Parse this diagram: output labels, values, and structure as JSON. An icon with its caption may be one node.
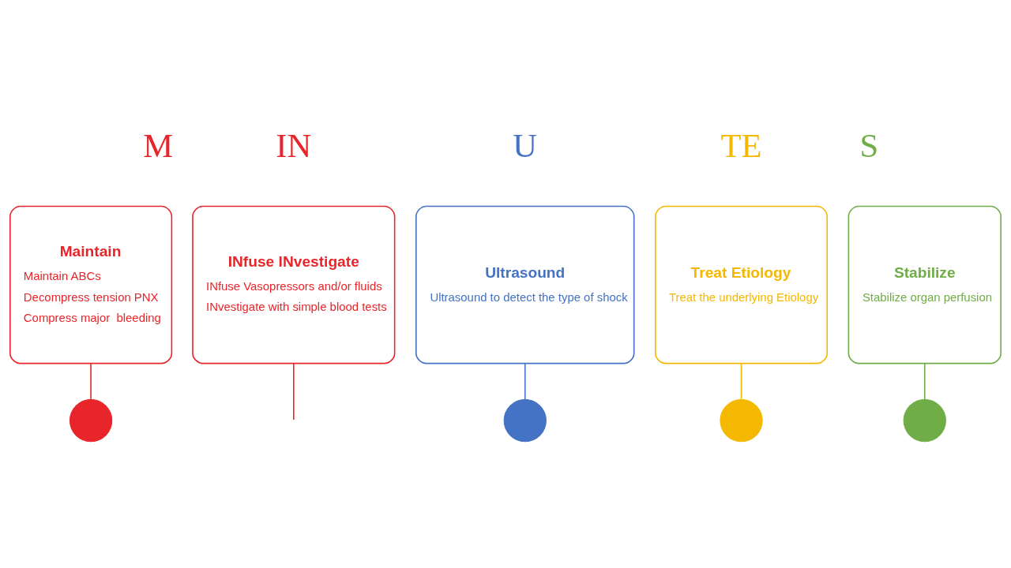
{
  "diagram": {
    "nodes": [
      {
        "text": [
          "Maintain",
          "Maintain ABCs",
          "Decompress tension PNX",
          "Compress major  bleeding"
        ]
      },
      {
        "text": [
          "INfuse INvestigate",
          "INfuse Vasopressors and/or fluids",
          "INvestigate with simple blood tests"
        ]
      },
      {
        "text": [
          "Ultrasound",
          "Ultrasound to detect the type of shock"
        ]
      },
      {
        "text": [
          "Treat Etiology",
          "Treat the underlying Etiology"
        ]
      },
      {
        "text": [
          "Stabilize",
          "Stabilize organ perfusion"
        ]
      },
      {
        "text": [],
        "shape": "circle"
      },
      {
        "text": [],
        "shape": "circle"
      },
      {
        "text": [],
        "shape": "circle"
      },
      {
        "text": [],
        "shape": "circle"
      }
    ],
    "edges": [
      {
        "from": 0,
        "to": 5,
        "arrow": "none",
        "color": "#e8252a"
      },
      {
        "from": 1,
        "to": null,
        "arrow": "none",
        "color": "#e8252a"
      },
      {
        "from": 2,
        "to": 6,
        "arrow": "none",
        "color": "#4472c4"
      },
      {
        "from": 3,
        "to": 7,
        "arrow": "none",
        "color": "#f5b800"
      },
      {
        "from": 4,
        "to": 8,
        "arrow": "none",
        "color": "#70ad47"
      }
    ],
    "labels": [
      "M",
      "IN",
      "U",
      "TE",
      "S"
    ]
  }
}
